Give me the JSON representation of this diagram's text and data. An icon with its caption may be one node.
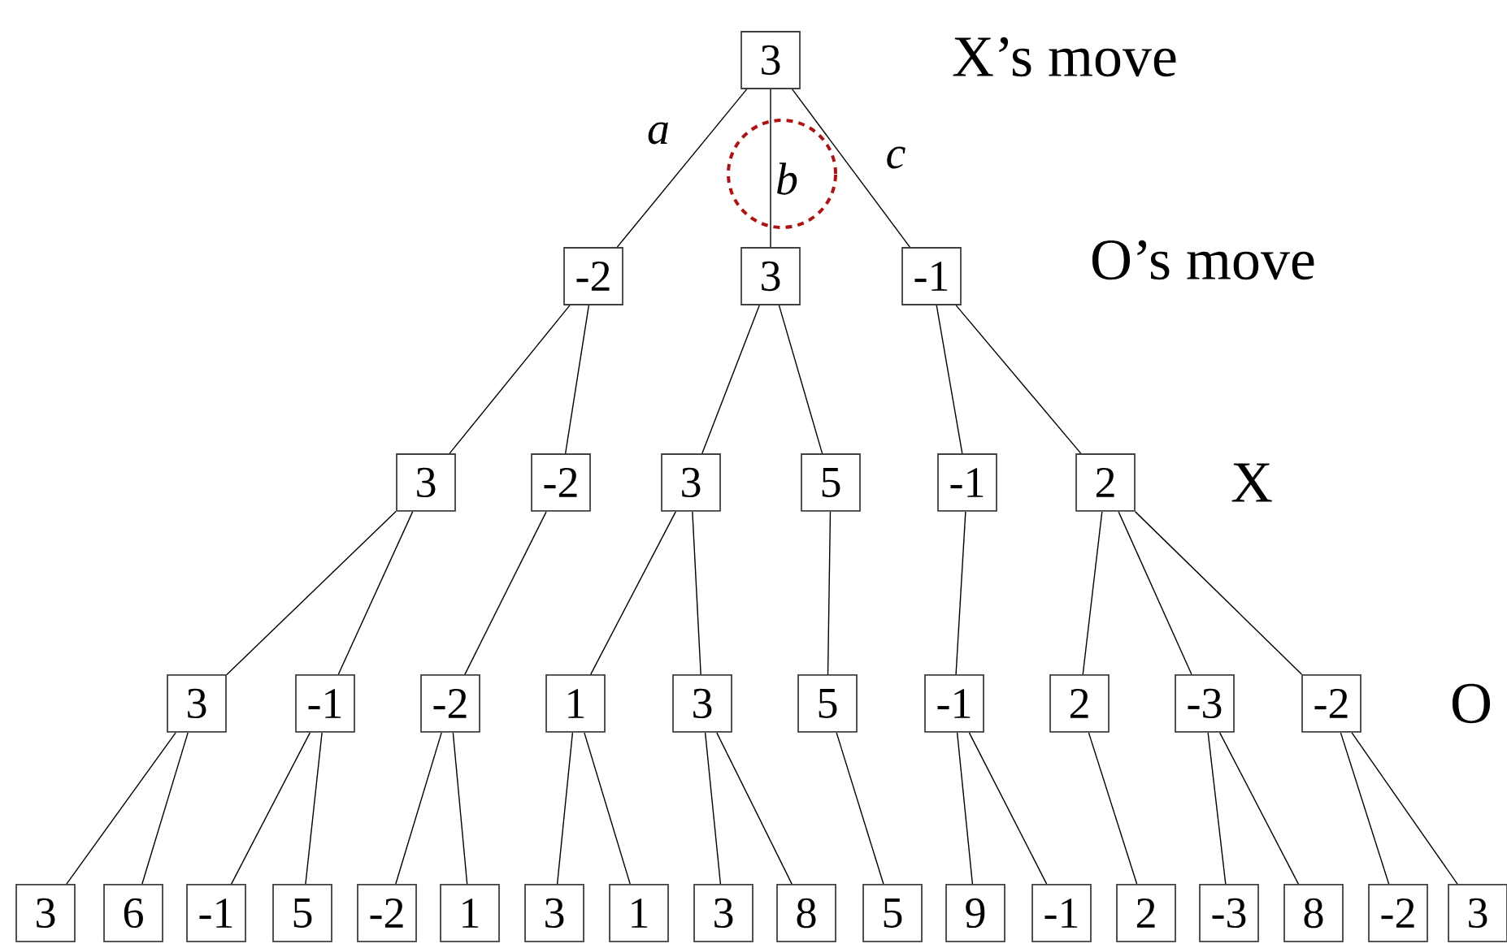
{
  "diagram": {
    "nodes": [
      {
        "text": [
          "3"
        ]
      },
      {
        "text": [
          "-2"
        ]
      },
      {
        "text": [
          "3"
        ]
      },
      {
        "text": [
          "-1"
        ]
      },
      {
        "text": [
          "3"
        ]
      },
      {
        "text": [
          "-2"
        ]
      },
      {
        "text": [
          "3"
        ]
      },
      {
        "text": [
          "5"
        ]
      },
      {
        "text": [
          "-1"
        ]
      },
      {
        "text": [
          "2"
        ]
      },
      {
        "text": [
          "3"
        ]
      },
      {
        "text": [
          "-1"
        ]
      },
      {
        "text": [
          "-2"
        ]
      },
      {
        "text": [
          "1"
        ]
      },
      {
        "text": [
          "3"
        ]
      },
      {
        "text": [
          "5"
        ]
      },
      {
        "text": [
          "-1"
        ]
      },
      {
        "text": [
          "2"
        ]
      },
      {
        "text": [
          "-3"
        ]
      },
      {
        "text": [
          "-2"
        ]
      },
      {
        "text": [
          "3"
        ]
      },
      {
        "text": [
          "6"
        ]
      },
      {
        "text": [
          "-1"
        ]
      },
      {
        "text": [
          "5"
        ]
      },
      {
        "text": [
          "-2"
        ]
      },
      {
        "text": [
          "1"
        ]
      },
      {
        "text": [
          "3"
        ]
      },
      {
        "text": [
          "1"
        ]
      },
      {
        "text": [
          "3"
        ]
      },
      {
        "text": [
          "8"
        ]
      },
      {
        "text": [
          "5"
        ]
      },
      {
        "text": [
          "9"
        ]
      },
      {
        "text": [
          "-1"
        ]
      },
      {
        "text": [
          "2"
        ]
      },
      {
        "text": [
          "-3"
        ]
      },
      {
        "text": [
          "8"
        ]
      },
      {
        "text": [
          "-2"
        ]
      },
      {
        "text": [
          "3"
        ]
      }
    ],
    "edges": [
      {
        "from": 0,
        "to": 1,
        "arrow": "none",
        "label": "a"
      },
      {
        "from": 0,
        "to": 2,
        "arrow": "none",
        "label": "b"
      },
      {
        "from": 0,
        "to": 3,
        "arrow": "none",
        "label": "c"
      },
      {
        "from": 1,
        "to": 4,
        "arrow": "none"
      },
      {
        "from": 1,
        "to": 5,
        "arrow": "none"
      },
      {
        "from": 2,
        "to": 6,
        "arrow": "none"
      },
      {
        "from": 2,
        "to": 7,
        "arrow": "none"
      },
      {
        "from": 3,
        "to": 8,
        "arrow": "none"
      },
      {
        "from": 3,
        "to": 9,
        "arrow": "none"
      },
      {
        "from": 4,
        "to": 10,
        "arrow": "none"
      },
      {
        "from": 4,
        "to": 11,
        "arrow": "none"
      },
      {
        "from": 5,
        "to": 12,
        "arrow": "none"
      },
      {
        "from": 6,
        "to": 13,
        "arrow": "none"
      },
      {
        "from": 6,
        "to": 14,
        "arrow": "none"
      },
      {
        "from": 7,
        "to": 15,
        "arrow": "none"
      },
      {
        "from": 8,
        "to": 16,
        "arrow": "none"
      },
      {
        "from": 9,
        "to": 17,
        "arrow": "none"
      },
      {
        "from": 9,
        "to": 18,
        "arrow": "none"
      },
      {
        "from": 9,
        "to": 19,
        "arrow": "none"
      },
      {
        "from": 10,
        "to": 20,
        "arrow": "none"
      },
      {
        "from": 10,
        "to": 21,
        "arrow": "none"
      },
      {
        "from": 11,
        "to": 22,
        "arrow": "none"
      },
      {
        "from": 11,
        "to": 23,
        "arrow": "none"
      },
      {
        "from": 12,
        "to": 24,
        "arrow": "none"
      },
      {
        "from": 12,
        "to": 25,
        "arrow": "none"
      },
      {
        "from": 13,
        "to": 26,
        "arrow": "none"
      },
      {
        "from": 13,
        "to": 27,
        "arrow": "none"
      },
      {
        "from": 14,
        "to": 28,
        "arrow": "none"
      },
      {
        "from": 14,
        "to": 29,
        "arrow": "none"
      },
      {
        "from": 15,
        "to": 30,
        "arrow": "none"
      },
      {
        "from": 16,
        "to": 31,
        "arrow": "none"
      },
      {
        "from": 16,
        "to": 32,
        "arrow": "none"
      },
      {
        "from": 17,
        "to": 33,
        "arrow": "none"
      },
      {
        "from": 18,
        "to": 34,
        "arrow": "none"
      },
      {
        "from": 18,
        "to": 35,
        "arrow": "none"
      },
      {
        "from": 19,
        "to": 36,
        "arrow": "none"
      },
      {
        "from": 19,
        "to": 37,
        "arrow": "none"
      }
    ],
    "labels": [
      "X’s move",
      "O’s move",
      "X",
      "O"
    ]
  }
}
